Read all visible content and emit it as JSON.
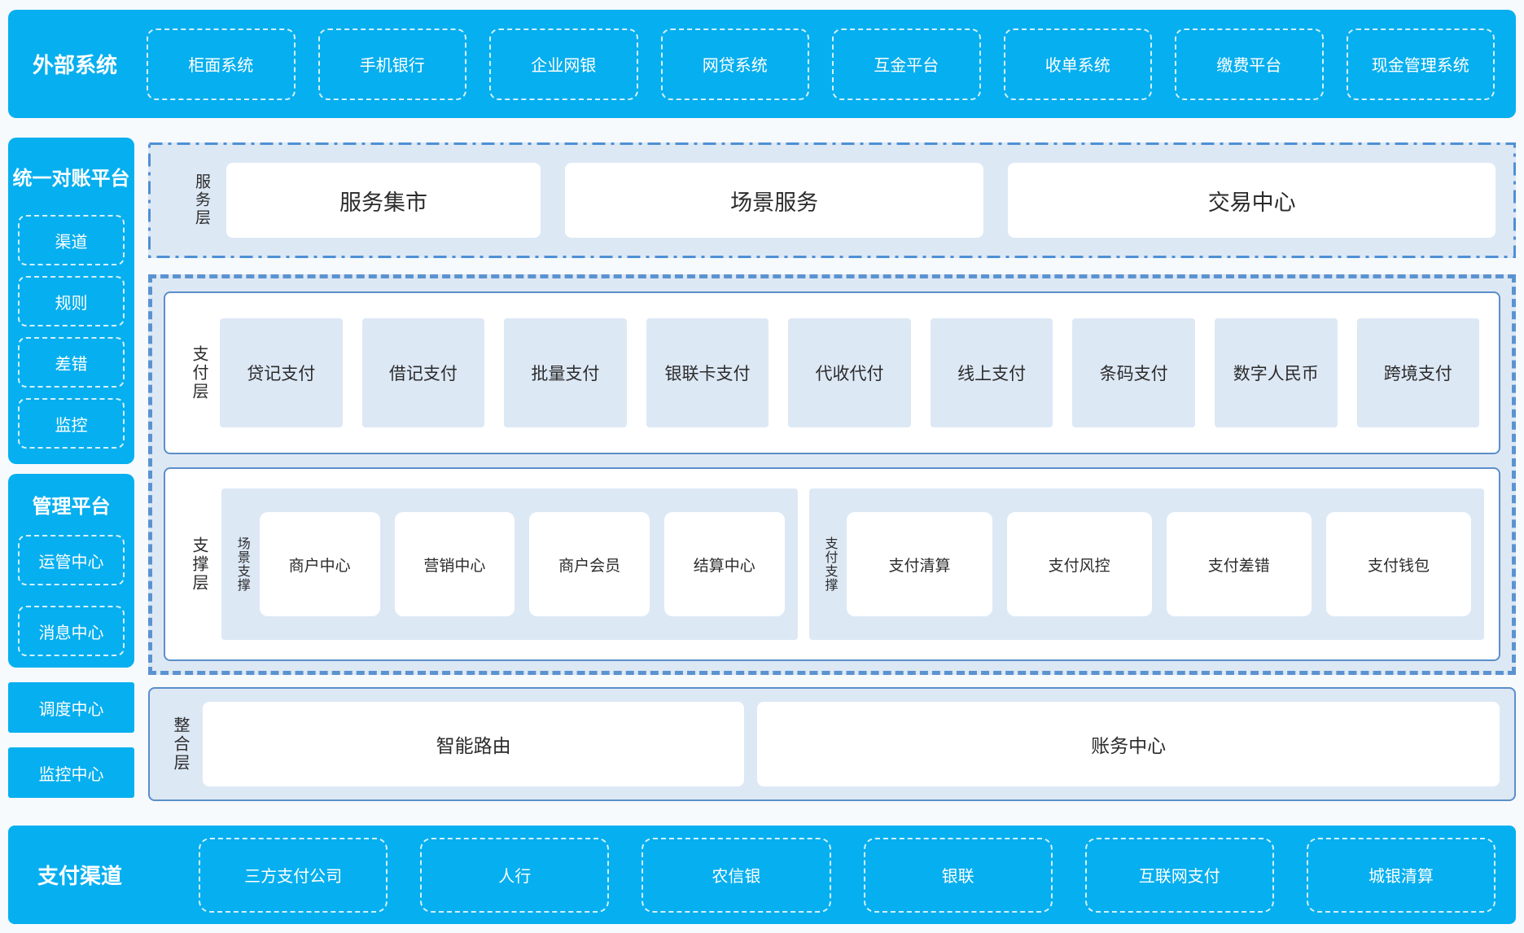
{
  "colors": {
    "primary_blue": "#06AFEF",
    "light_panel_bg": "#DDE8F5",
    "solid_border_blue": "#5B8FC9",
    "dashed_border_blue": "#5B93D0",
    "dashdot_border_blue": "#4E90D4",
    "text_dark": "#2B2B2B",
    "text_light": "#FFFFFF",
    "page_bg": "#F6FAFD"
  },
  "top_bar": {
    "title": "外部系统",
    "items": [
      "柜面系统",
      "手机银行",
      "企业网银",
      "网贷系统",
      "互金平台",
      "收单系统",
      "缴费平台",
      "现金管理系统"
    ]
  },
  "sidebar": {
    "reconciliation": {
      "title": "统一对账平台",
      "items": [
        "渠道",
        "规则",
        "差错",
        "监控"
      ]
    },
    "management": {
      "title": "管理平台",
      "items": [
        "运管中心",
        "消息中心"
      ]
    },
    "standalone": [
      "调度中心",
      "监控中心"
    ]
  },
  "layers": {
    "service": {
      "label": "服务层",
      "items": [
        "服务集市",
        "场景服务",
        "交易中心"
      ]
    },
    "payment": {
      "label": "支付层",
      "items": [
        "贷记支付",
        "借记支付",
        "批量支付",
        "银联卡支付",
        "代收代付",
        "线上支付",
        "条码支付",
        "数字人民币",
        "跨境支付"
      ]
    },
    "support": {
      "label": "支撑层",
      "groups": [
        {
          "label": "场景支撑",
          "items": [
            "商户中心",
            "营销中心",
            "商户会员",
            "结算中心"
          ]
        },
        {
          "label": "支付支撑",
          "items": [
            "支付清算",
            "支付风控",
            "支付差错",
            "支付钱包"
          ]
        }
      ]
    },
    "integration": {
      "label": "整合层",
      "items": [
        "智能路由",
        "账务中心"
      ]
    }
  },
  "bottom_bar": {
    "title": "支付渠道",
    "items": [
      "三方支付公司",
      "人行",
      "农信银",
      "银联",
      "互联网支付",
      "城银清算"
    ]
  }
}
